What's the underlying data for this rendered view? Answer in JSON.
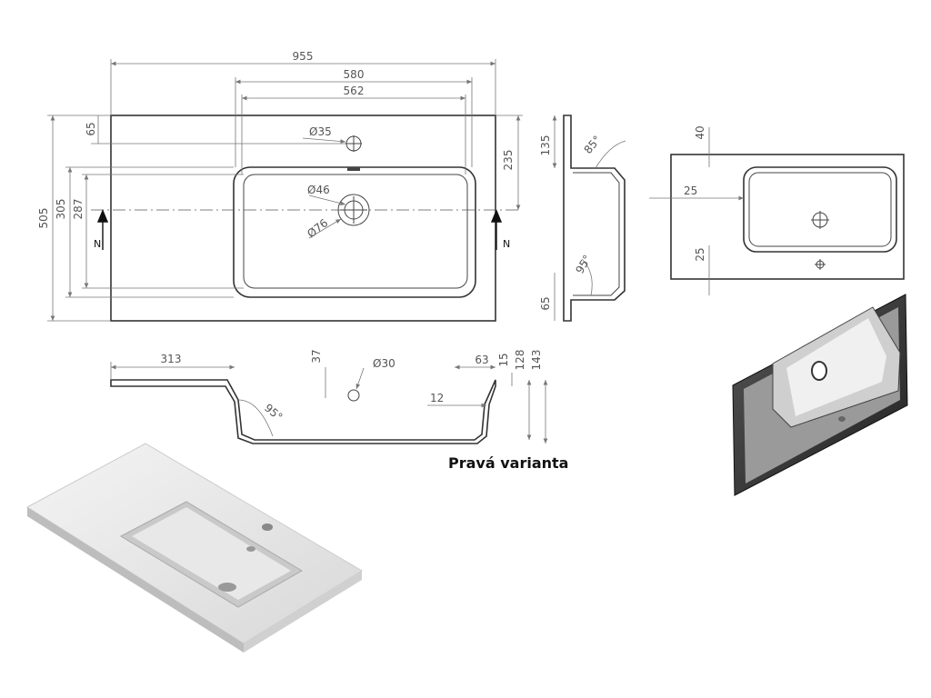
{
  "caption": "Pravá varianta",
  "top_view": {
    "dims": {
      "overall_width": "955",
      "basin_outer_width": "580",
      "basin_inner_width": "562",
      "tap_offset": "65",
      "tap_hole": "Ø35",
      "drain_inner": "Ø46",
      "drain_outer": "Ø76",
      "depth": "505",
      "basin_outer_depth": "305",
      "basin_inner_depth": "287",
      "drain_to_back": "235",
      "section_mark_left": "N",
      "section_mark_right": "N"
    }
  },
  "side_view": {
    "dims": {
      "top_height": "135",
      "angle_top": "85°",
      "angle_bottom": "95°",
      "bottom_offset": "65"
    }
  },
  "front_section": {
    "dims": {
      "shelf_width": "313",
      "drain_height": "37",
      "overflow_hole": "Ø30",
      "rim_width": "63",
      "thickness": "15",
      "basin_depth": "128",
      "total_depth": "143",
      "wall": "12",
      "angle": "95°"
    }
  },
  "small_plan": {
    "dims": {
      "top_margin": "40",
      "side_margin": "25",
      "bottom_margin": "25"
    }
  }
}
